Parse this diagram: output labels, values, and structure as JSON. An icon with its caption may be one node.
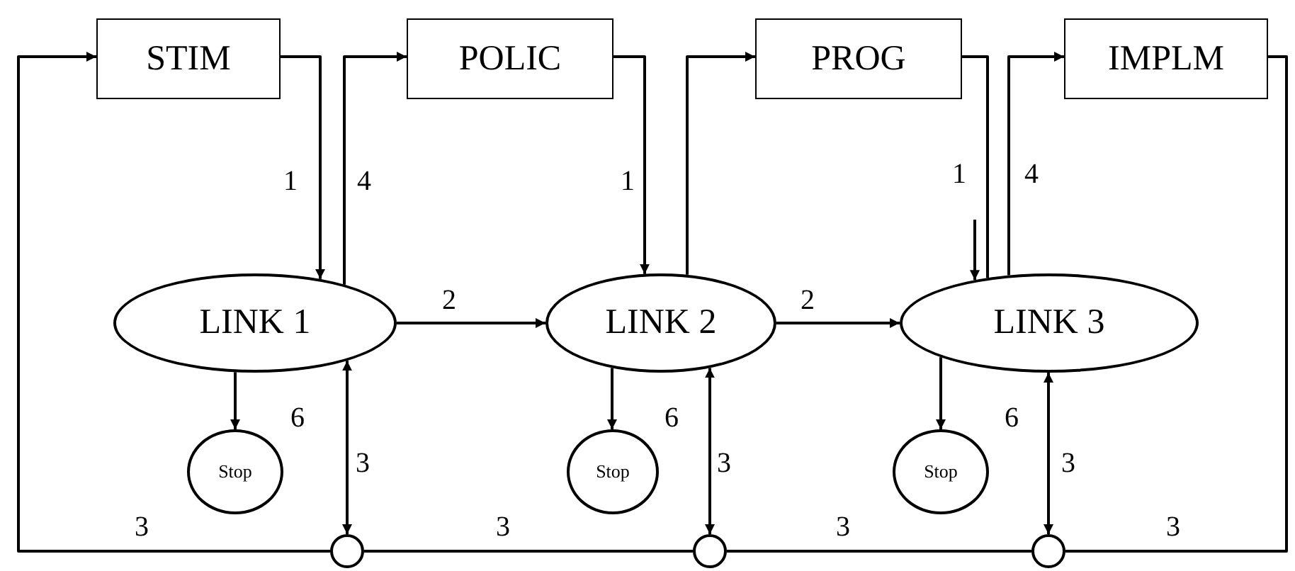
{
  "diagram": {
    "nodes": [
      {
        "text": [
          "STIM"
        ]
      },
      {
        "text": [
          "POLIC"
        ]
      },
      {
        "text": [
          "PROG"
        ]
      },
      {
        "text": [
          "IMPLM"
        ]
      },
      {
        "text": [
          "LINK 1"
        ]
      },
      {
        "text": [
          "LINK 2"
        ]
      },
      {
        "text": [
          "LINK 3"
        ]
      },
      {
        "text": [
          "Stop"
        ]
      },
      {
        "text": [
          "Stop"
        ]
      },
      {
        "text": [
          "Stop"
        ]
      },
      {
        "text": [],
        "shape": "circle"
      },
      {
        "text": [],
        "shape": "circle"
      },
      {
        "text": [],
        "shape": "circle"
      }
    ],
    "edges": [
      {
        "from": 0,
        "to": 4,
        "arrow": "to",
        "label": "1"
      },
      {
        "from": 4,
        "to": 1,
        "arrow": "to",
        "label": "4"
      },
      {
        "from": 1,
        "to": 5,
        "arrow": "to",
        "label": "1"
      },
      {
        "from": 5,
        "to": 2,
        "arrow": "to"
      },
      {
        "from": 2,
        "to": 6,
        "arrow": "none",
        "label": "1"
      },
      {
        "from": null,
        "to": 6,
        "arrow": "to"
      },
      {
        "from": 6,
        "to": 3,
        "arrow": "to",
        "label": "4"
      },
      {
        "from": 4,
        "to": 5,
        "arrow": "to",
        "label": "2"
      },
      {
        "from": 5,
        "to": 6,
        "arrow": "to",
        "label": "2"
      },
      {
        "from": 4,
        "to": 7,
        "arrow": "to",
        "label": "6"
      },
      {
        "from": 5,
        "to": 8,
        "arrow": "to",
        "label": "6"
      },
      {
        "from": 6,
        "to": 9,
        "arrow": "to",
        "label": "6"
      },
      {
        "from": 4,
        "to": 10,
        "arrow": "both",
        "label": "3"
      },
      {
        "from": 5,
        "to": 11,
        "arrow": "both",
        "label": "3"
      },
      {
        "from": 6,
        "to": 12,
        "arrow": "both",
        "label": "3"
      },
      {
        "from": 10,
        "to": 0,
        "arrow": "to",
        "label": "3"
      },
      {
        "from": 11,
        "to": 10,
        "arrow": "none",
        "label": "3"
      },
      {
        "from": 12,
        "to": 11,
        "arrow": "none",
        "label": "3"
      },
      {
        "from": 3,
        "to": 12,
        "arrow": "none",
        "label": "3"
      }
    ]
  }
}
